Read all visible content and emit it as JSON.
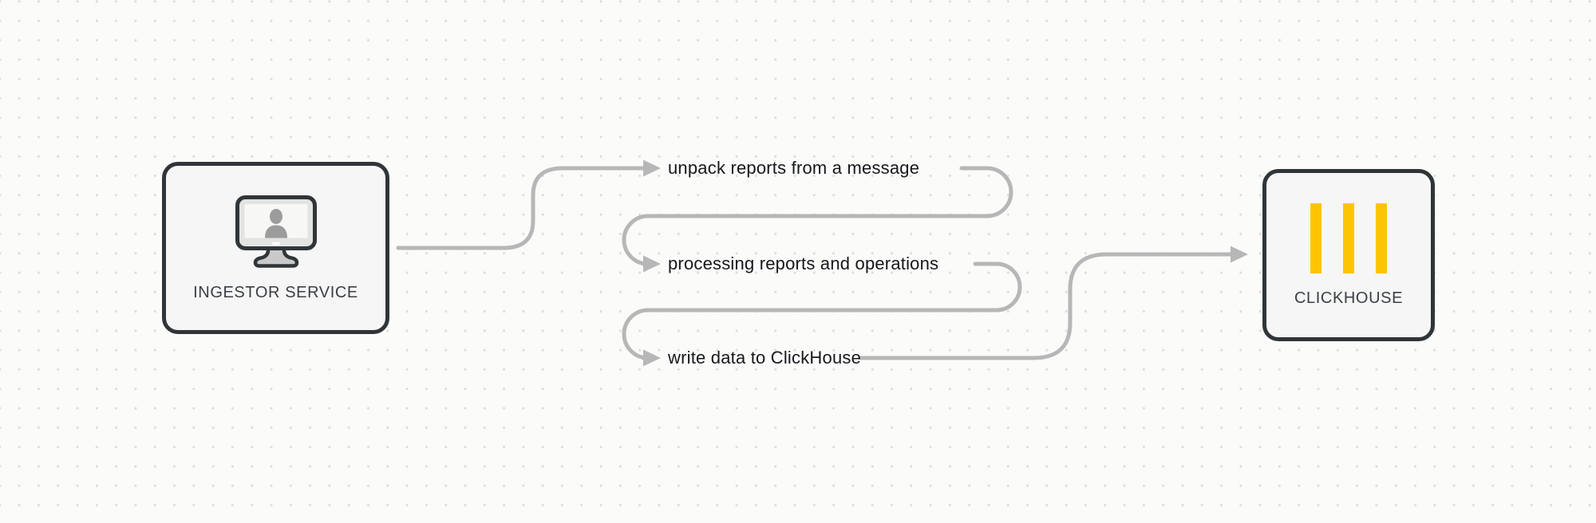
{
  "nodes": [
    {
      "id": "ingestor-service",
      "label": "INGESTOR SERVICE",
      "icon": "user-monitor-icon"
    },
    {
      "id": "clickhouse",
      "label": "CLICKHOUSE",
      "icon": "clickhouse-bars-icon"
    }
  ],
  "steps": [
    {
      "label": "unpack reports from a message"
    },
    {
      "label": "processing reports and operations"
    },
    {
      "label": "write data to ClickHouse"
    }
  ],
  "colors": {
    "background": "#fbfbfa",
    "grid_dot": "#dddddb",
    "connector": "#b7b7b7",
    "node_border": "#303538",
    "node_fill": "#f5f6f5",
    "node_label": "#3a3f45",
    "step_text": "#15181b",
    "clickhouse_yellow": "#fdc501",
    "monitor_bezel": "#e3e3e2",
    "monitor_screen": "#f7f7f5",
    "monitor_stand": "#c9c9c9",
    "person_silhouette": "#9c9c9c"
  }
}
